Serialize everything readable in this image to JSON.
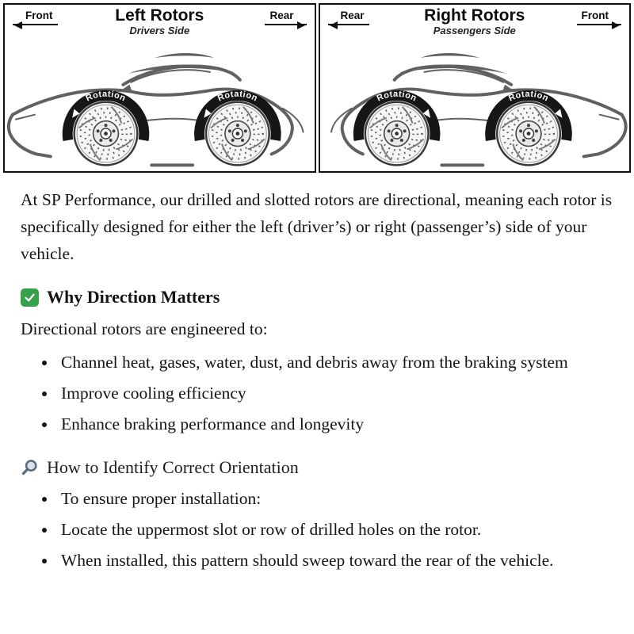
{
  "diagram": {
    "rotation_label": "Rotation",
    "panels": [
      {
        "title": "Left Rotors",
        "subtitle": "Drivers Side",
        "arrow_left": "Front",
        "arrow_right": "Rear"
      },
      {
        "title": "Right Rotors",
        "subtitle": "Passengers Side",
        "arrow_left": "Rear",
        "arrow_right": "Front"
      }
    ]
  },
  "article": {
    "intro": "At SP Performance, our drilled and slotted rotors are directional, meaning each rotor is specifically designed for either the left (driver’s) or right (passenger’s) side of your vehicle.",
    "section1": {
      "heading": "Why Direction Matters",
      "lead": "Directional rotors are engineered to:",
      "bullets": [
        "Channel heat, gases, water, dust, and debris away from the braking system",
        "Improve cooling efficiency",
        "Enhance braking performance and longevity"
      ]
    },
    "section2": {
      "heading": "How to Identify Correct Orientation",
      "bullets": [
        "To ensure proper installation:",
        "Locate the uppermost slot or row of drilled holes on the rotor.",
        "When installed, this pattern should sweep toward the rear of the vehicle."
      ]
    }
  }
}
